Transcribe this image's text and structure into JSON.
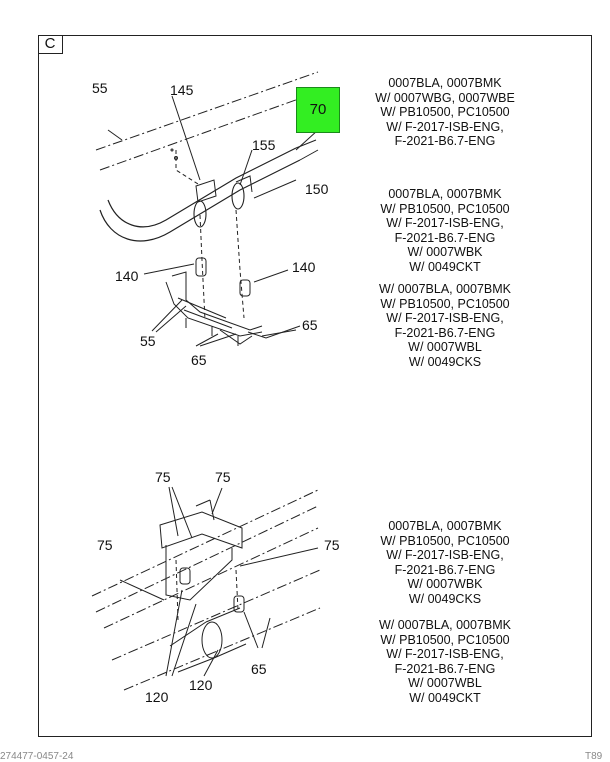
{
  "section_letter": "C",
  "highlight": {
    "label": "70",
    "color": "#33ee22"
  },
  "callouts_top": {
    "c55a": "55",
    "c145": "145",
    "c155": "155",
    "c150": "150",
    "c140a": "140",
    "c140b": "140",
    "c55b": "55",
    "c65a": "65",
    "c65b": "65"
  },
  "callouts_bottom": {
    "c75a": "75",
    "c75b": "75",
    "c75c": "75",
    "c75d": "75",
    "c120a": "120",
    "c120b": "120",
    "c65": "65"
  },
  "notes": [
    [
      "0007BLA, 0007BMK",
      "W/ 0007WBG, 0007WBE",
      "W/ PB10500, PC10500",
      "W/ F-2017-ISB-ENG,",
      "F-2021-B6.7-ENG"
    ],
    [
      "0007BLA, 0007BMK",
      "W/ PB10500, PC10500",
      "W/ F-2017-ISB-ENG,",
      "F-2021-B6.7-ENG",
      "W/ 0007WBK",
      "W/ 0049CKT"
    ],
    [
      "W/ 0007BLA, 0007BMK",
      "W/ PB10500, PC10500",
      "W/ F-2017-ISB-ENG,",
      "F-2021-B6.7-ENG",
      "W/ 0007WBL",
      "W/ 0049CKS"
    ],
    [
      "0007BLA, 0007BMK",
      "W/ PB10500, PC10500",
      "W/ F-2017-ISB-ENG,",
      "F-2021-B6.7-ENG",
      "W/ 0007WBK",
      "W/ 0049CKS"
    ],
    [
      "W/ 0007BLA, 0007BMK",
      "W/ PB10500, PC10500",
      "W/ F-2017-ISB-ENG,",
      "F-2021-B6.7-ENG",
      "W/ 0007WBL",
      "W/ 0049CKT"
    ]
  ],
  "footer": {
    "left": "274477-0457-24",
    "right": "T89"
  }
}
